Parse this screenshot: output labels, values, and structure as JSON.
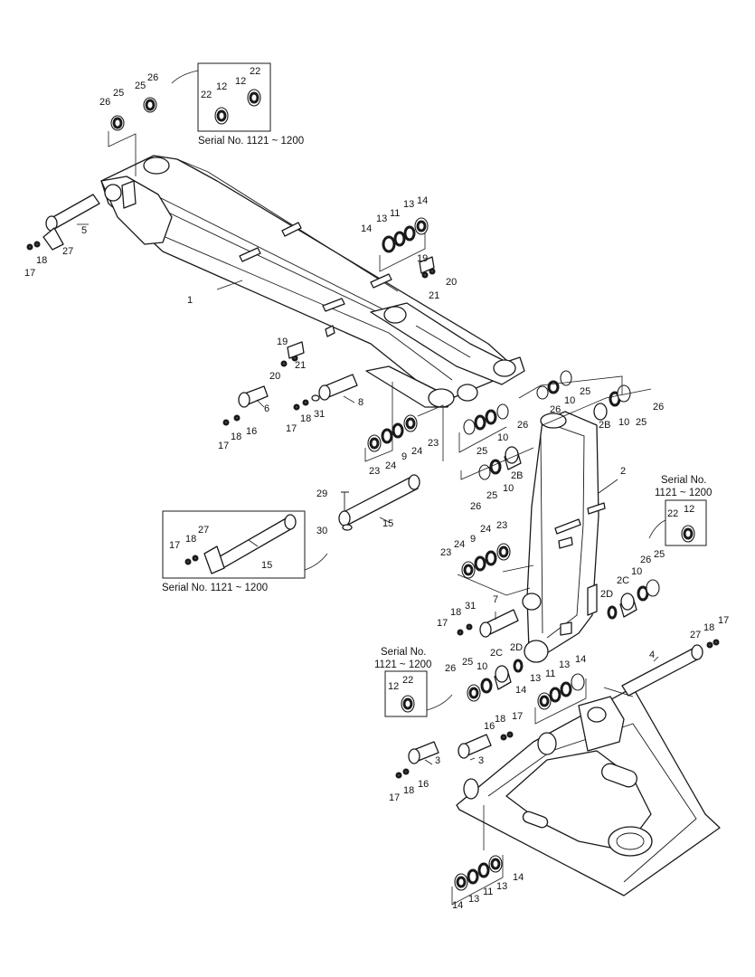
{
  "serial_note": "Serial No. 1121 ~ 1200",
  "callouts": {
    "c1": "1",
    "c2": "2",
    "c3": "3",
    "c4": "4",
    "c5": "5",
    "c6": "6",
    "c7": "7",
    "c8": "8",
    "c9": "9",
    "c10": "10",
    "c11": "11",
    "c12": "12",
    "c13": "13",
    "c14": "14",
    "c15": "15",
    "c16": "16",
    "c17": "17",
    "c18": "18",
    "c19": "19",
    "c20": "20",
    "c21": "21",
    "c22": "22",
    "c23": "23",
    "c24": "24",
    "c25": "25",
    "c26": "26",
    "c27": "27",
    "c29": "29",
    "c30": "30",
    "c31": "31",
    "c2B": "2B",
    "c2C": "2C",
    "c2D": "2D"
  }
}
